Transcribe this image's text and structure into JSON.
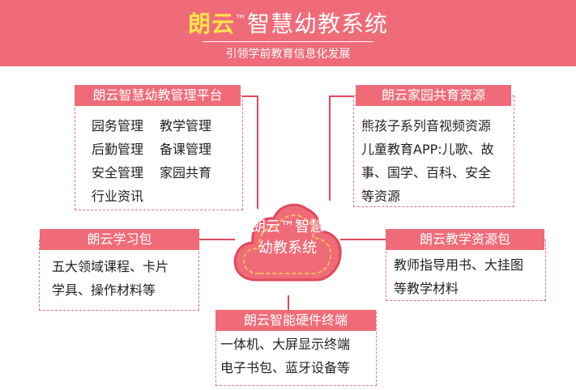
{
  "header": {
    "brand": "朗云",
    "tm": "™",
    "title_rest": "智慧幼教系统",
    "subtitle": "引领学前教育信息化发展"
  },
  "center": {
    "line1": "朗云™智慧",
    "line2": "幼教系统"
  },
  "platform": {
    "title": "朗云智慧幼教管理平台",
    "rows": [
      [
        "园务管理",
        "教学管理"
      ],
      [
        "后勤管理",
        "备课管理"
      ],
      [
        "安全管理",
        "家园共育"
      ],
      [
        "行业资讯"
      ]
    ]
  },
  "home_resources": {
    "title": "朗云家园共育资源",
    "lines": [
      "熊孩子系列音视频资源",
      "儿童教育APP:儿歌、故",
      "事、国学、百科、安全",
      "等资源"
    ]
  },
  "learning_pack": {
    "title": "朗云学习包",
    "lines": [
      "五大领域课程、卡片",
      "学具、操作材料等"
    ]
  },
  "teaching_pack": {
    "title": "朗云教学资源包",
    "lines": [
      "教师指导用书、大挂图",
      "等教学材料"
    ]
  },
  "hardware": {
    "title": "朗云智能硬件终端",
    "lines": [
      "一体机、大屏显示终端",
      "电子书包、蓝牙设备等"
    ]
  },
  "colors": {
    "accent": "#f06b78",
    "line": "#e04a5a",
    "brand": "#ffe34a"
  }
}
